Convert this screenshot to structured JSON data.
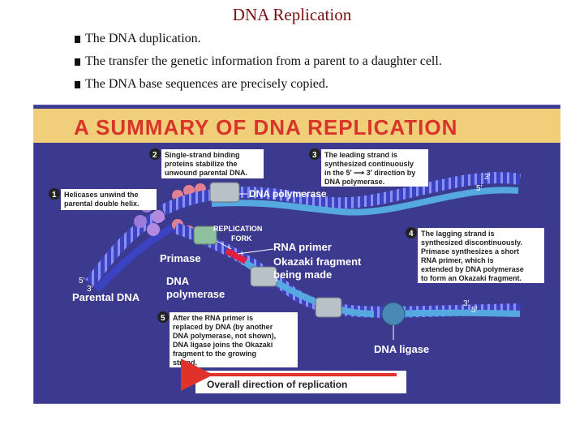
{
  "slide": {
    "title": "DNA Replication",
    "bullets": [
      "The DNA duplication.",
      "The transfer the genetic information from a parent to a daughter cell.",
      "The DNA base sequences are precisely copied."
    ]
  },
  "figure": {
    "banner": "A SUMMARY OF DNA REPLICATION",
    "labels": {
      "dna_polymerase_top": "DNA polymerase",
      "replication_fork": [
        "REPLICATION",
        "FORK"
      ],
      "primase": "Primase",
      "rna_primer": "RNA primer",
      "okazaki": [
        "Okazaki fragment",
        "being made"
      ],
      "dna_polymerase_low": [
        "DNA",
        "polymerase"
      ],
      "parental_dna": "Parental DNA",
      "dna_ligase": "DNA ligase",
      "overall_direction": "Overall direction of replication"
    },
    "callouts": [
      {
        "n": "1",
        "lines": [
          "Helicases unwind the",
          "parental double helix."
        ]
      },
      {
        "n": "2",
        "lines": [
          "Single-strand binding",
          "proteins stabilize the",
          "unwound parental DNA."
        ]
      },
      {
        "n": "3",
        "lines": [
          "The leading strand is",
          "synthesized continuously",
          "in the 5′ ⟶ 3′ direction by",
          "DNA polymerase."
        ]
      },
      {
        "n": "4",
        "lines": [
          "The lagging strand is",
          "synthesized discontinuously.",
          "Primase synthesizes a short",
          "RNA primer, which is",
          "extended by DNA polymerase",
          "to form an Okazaki fragment."
        ]
      },
      {
        "n": "5",
        "lines": [
          "After the RNA primer is",
          "replaced by DNA (by another",
          "DNA polymerase, not shown),",
          "DNA ligase joins the Okazaki",
          "fragment to the growing",
          "strand."
        ]
      }
    ],
    "ends": {
      "three_prime": "3′",
      "five_prime": "5′"
    },
    "colors": {
      "background": "#3c3a8e",
      "banner": "#f0ce7a",
      "banner_text": "#d8342a",
      "strand": "#3b43c2",
      "new_strand": "#55a8e0",
      "primer": "#e02040",
      "arrow": "#e0312a",
      "callout_box": "#ffffff"
    }
  }
}
